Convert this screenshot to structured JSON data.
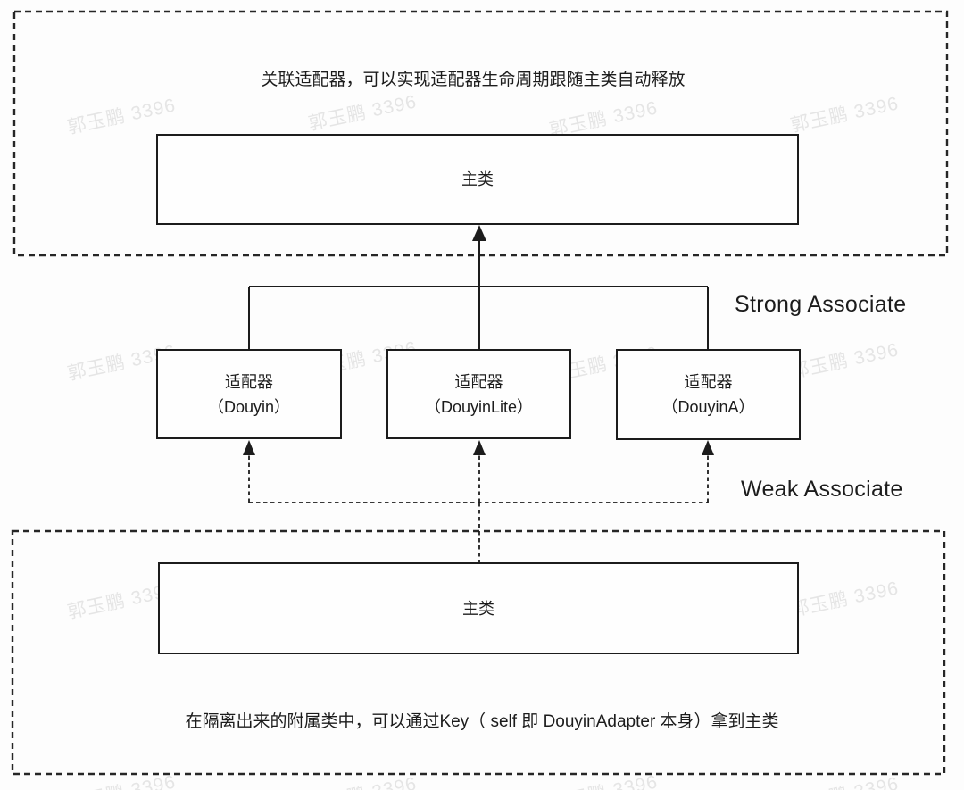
{
  "watermark_text": "郭玉鹏 3396",
  "top_section": {
    "annotation": "关联适配器，可以实现适配器生命周期跟随主类自动释放",
    "main_class_label": "主类"
  },
  "adapters": [
    {
      "title": "适配器",
      "subtitle": "（Douyin）"
    },
    {
      "title": "适配器",
      "subtitle": "（DouyinLite）"
    },
    {
      "title": "适配器",
      "subtitle": "（DouyinA）"
    }
  ],
  "associations": {
    "strong_label": "Strong Associate",
    "weak_label": "Weak Associate"
  },
  "bottom_section": {
    "main_class_label": "主类",
    "annotation": "在隔离出来的附属类中，可以通过Key（ self 即 DouyinAdapter 本身）拿到主类"
  },
  "colors": {
    "line": "#1c1c1c",
    "watermark": "#e5e5e5",
    "background": "#fdfdfd"
  }
}
